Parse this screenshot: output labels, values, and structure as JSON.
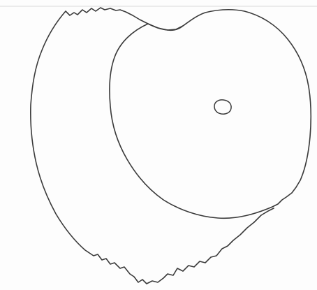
{
  "colors": {
    "background": "#fdfdfd",
    "ink": "#3a3a3a",
    "top_rule": "#d9d9d9"
  },
  "drawing": {
    "style": "hand-drawn line sketch",
    "shapes": [
      "outer-irregular-outline",
      "inner-rounded-outline",
      "small-center-ring"
    ]
  }
}
